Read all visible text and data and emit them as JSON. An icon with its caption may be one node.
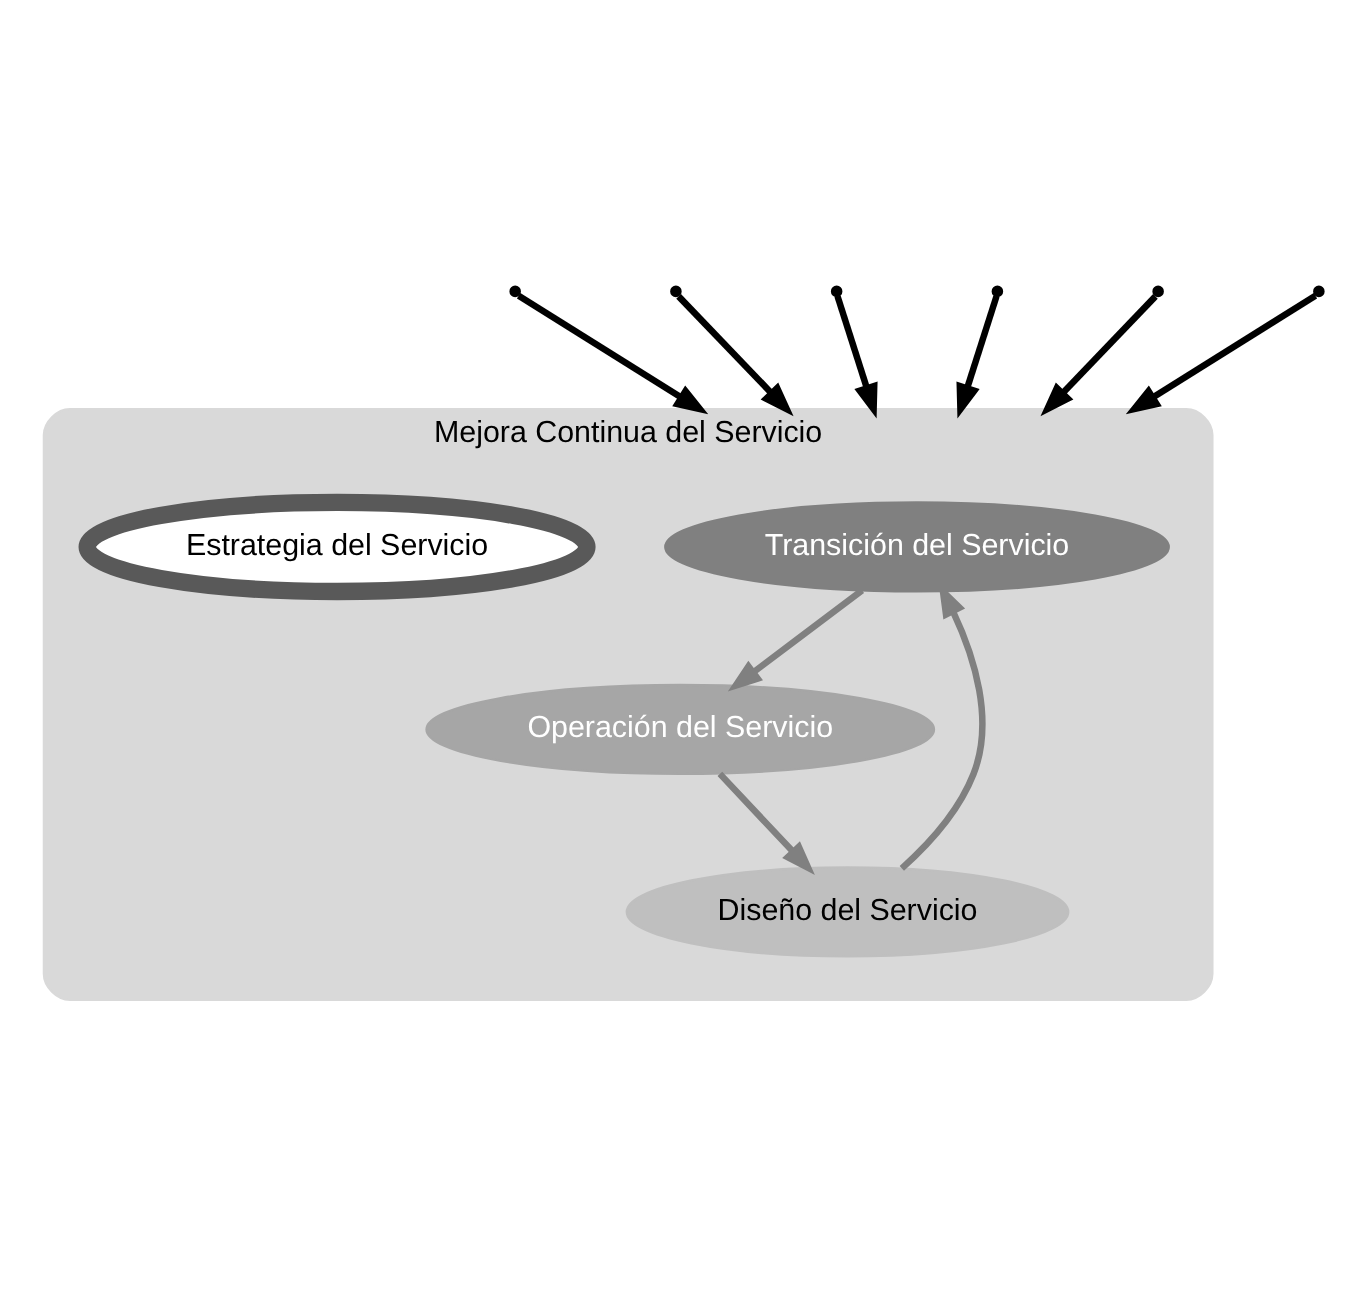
{
  "diagram": {
    "nodes": [
      {
        "text": [
          "Mejora Continua del Servicio"
        ]
      },
      {
        "text": [
          "Transición del Servicio"
        ],
        "in": 0
      },
      {
        "text": [
          "Operación del Servicio"
        ],
        "in": 0
      },
      {
        "text": [
          "Diseño del Servicio"
        ],
        "in": 0
      },
      {
        "text": [
          "Estrategia del Servicio"
        ],
        "in": 0
      }
    ],
    "edges": [
      {
        "from": 3,
        "to": 1,
        "arrow": "to",
        "color": "#808080"
      },
      {
        "from": 1,
        "to": 2,
        "arrow": "to",
        "color": "#808080"
      },
      {
        "from": 2,
        "to": 3,
        "arrow": "to",
        "color": "#808080"
      },
      {
        "from": null,
        "to": 0,
        "arrow": "to"
      },
      {
        "from": null,
        "to": 0,
        "arrow": "to"
      },
      {
        "from": null,
        "to": 0,
        "arrow": "to"
      },
      {
        "from": null,
        "to": 0,
        "arrow": "to"
      },
      {
        "from": null,
        "to": 0,
        "arrow": "to"
      },
      {
        "from": null,
        "to": 0,
        "arrow": "to"
      }
    ]
  }
}
